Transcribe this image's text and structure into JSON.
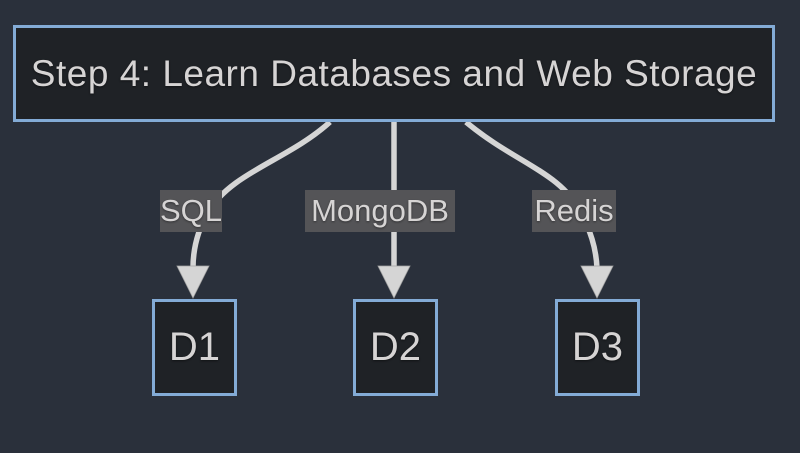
{
  "diagram": {
    "title": "Step 4: Learn Databases and Web Storage",
    "edges": [
      {
        "label": "SQL",
        "from": "title",
        "to": "D1"
      },
      {
        "label": "MongoDB",
        "from": "title",
        "to": "D2"
      },
      {
        "label": "Redis",
        "from": "title",
        "to": "D3"
      }
    ],
    "nodes": [
      {
        "label": "D1"
      },
      {
        "label": "D2"
      },
      {
        "label": "D3"
      }
    ],
    "colors": {
      "background": "#2a303b",
      "node_fill": "#1f2226",
      "node_border": "#83abd6",
      "label_background": "#545457",
      "text": "#d6d4d4",
      "edge": "#d5d5d5"
    }
  }
}
